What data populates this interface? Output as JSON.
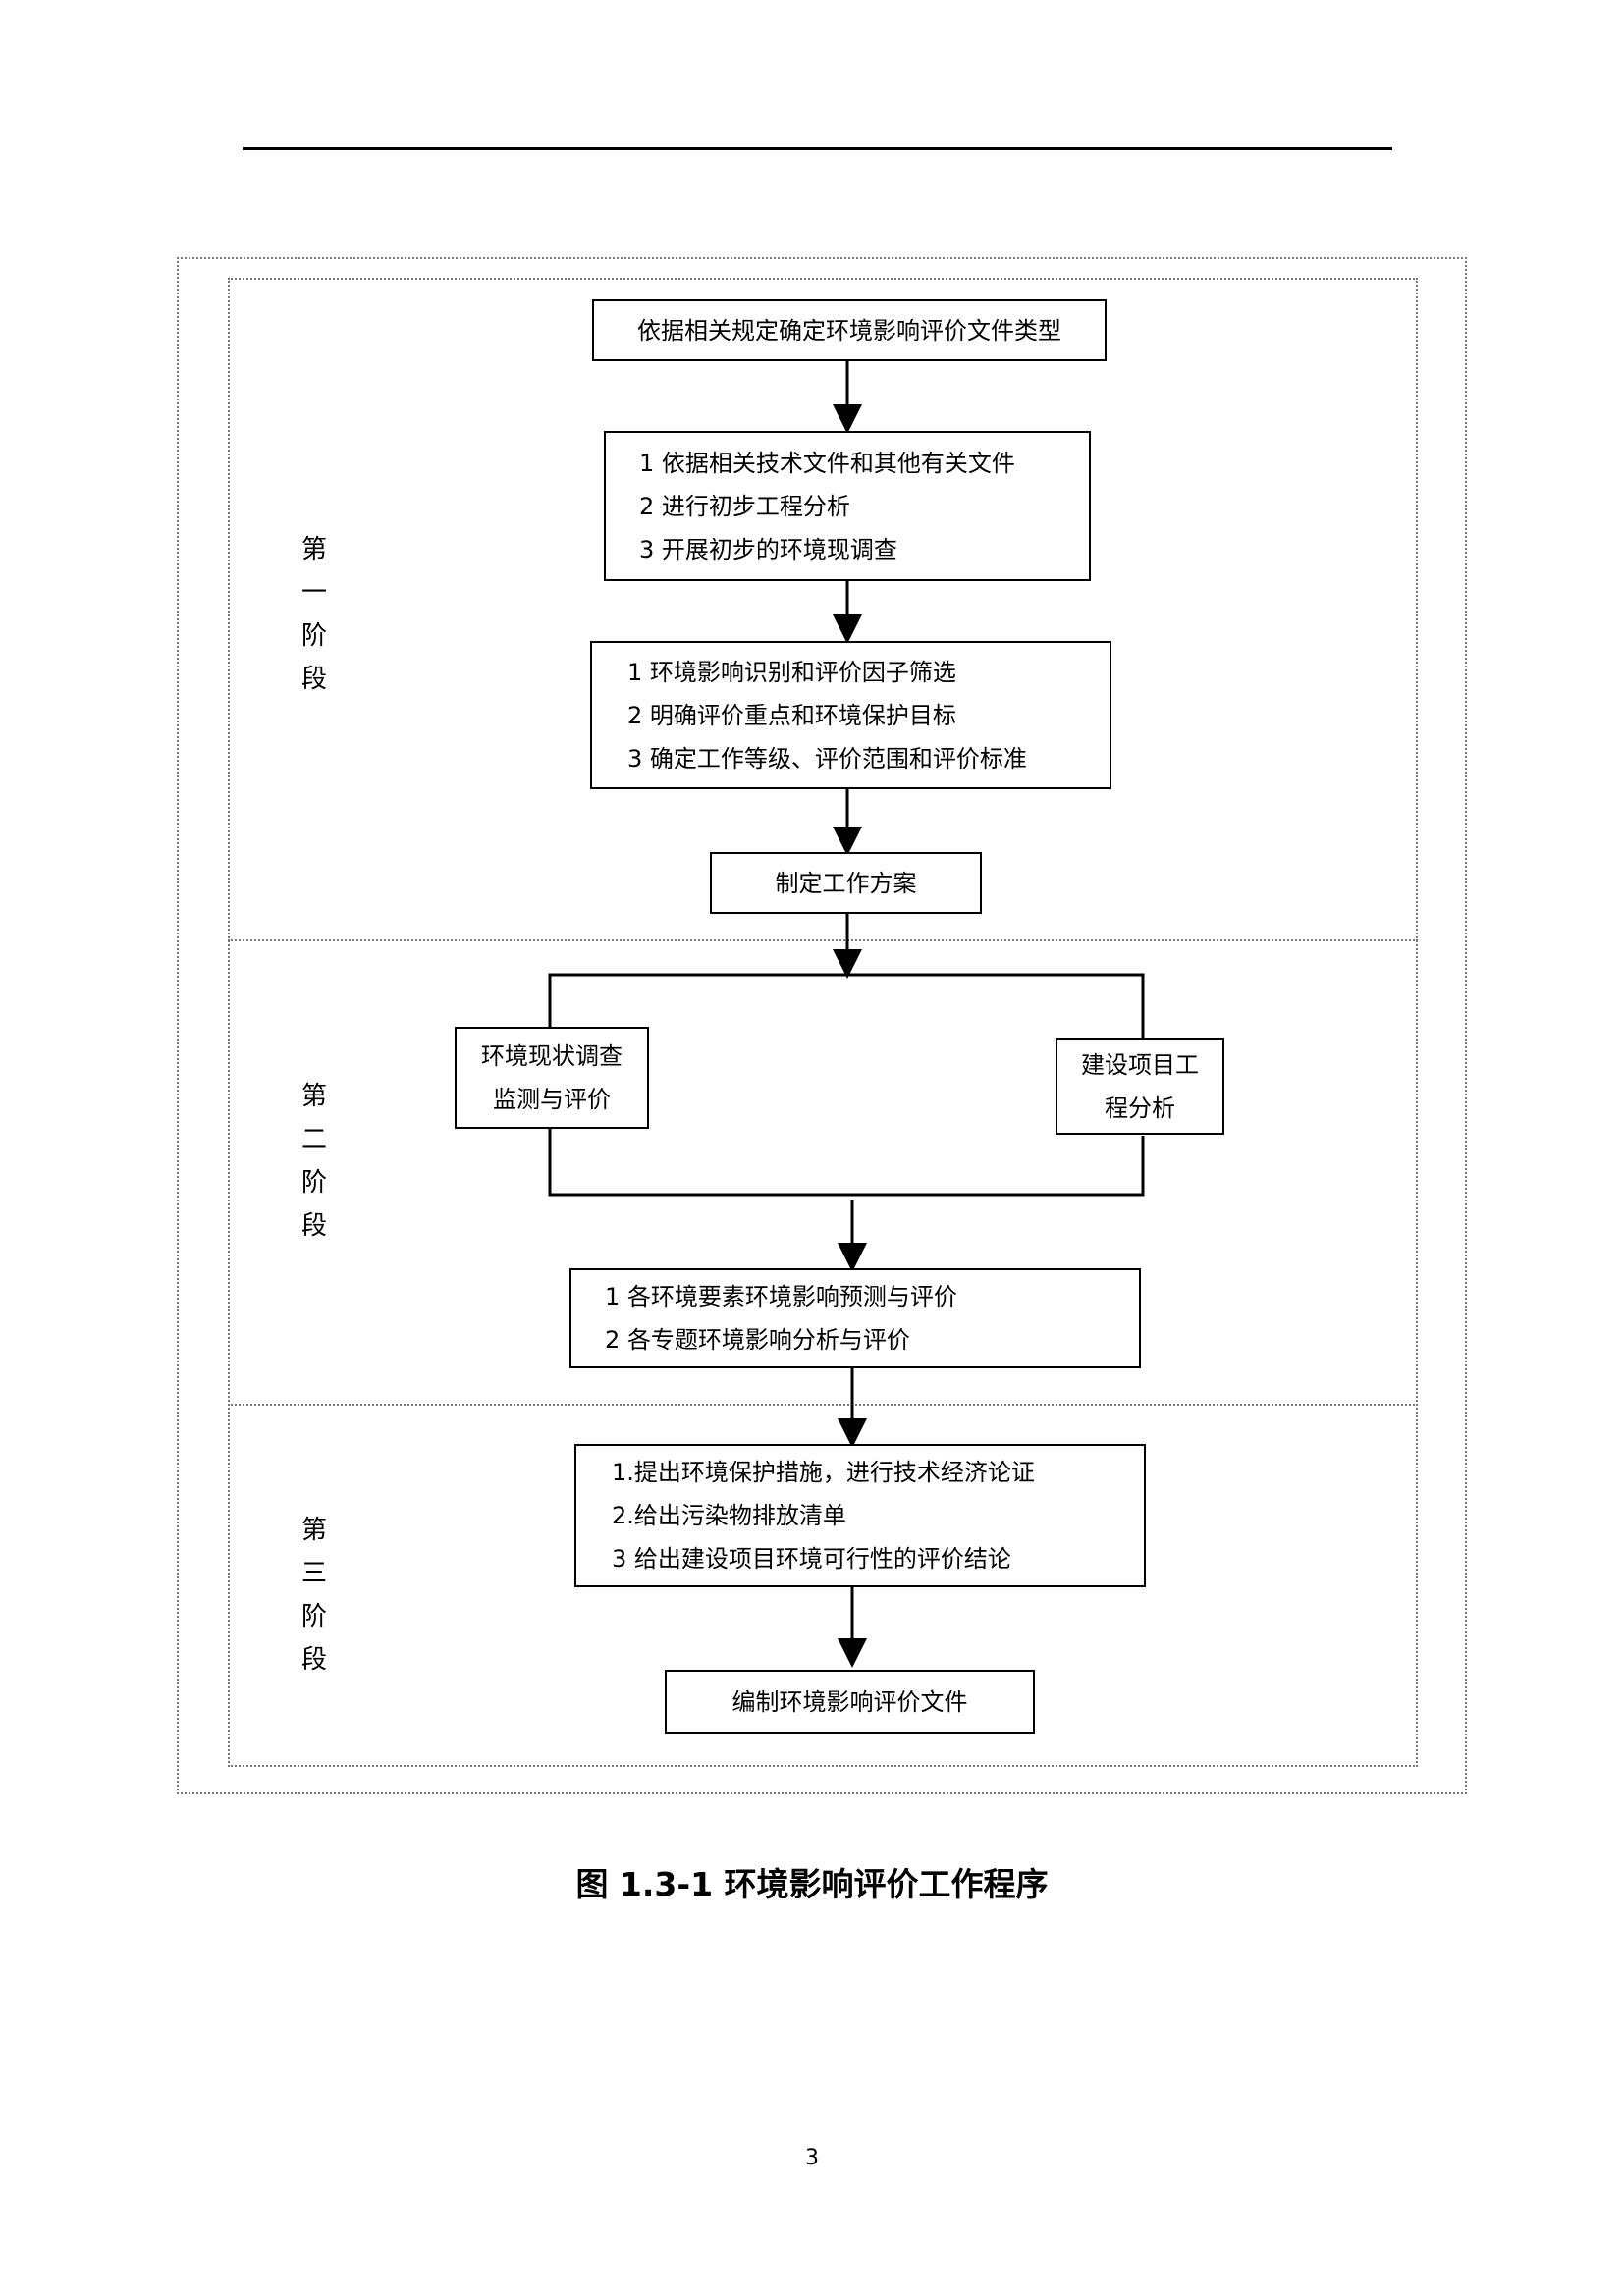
{
  "stages": {
    "stage1": [
      "第",
      "一",
      "阶",
      "段"
    ],
    "stage2": [
      "第",
      "二",
      "阶",
      "段"
    ],
    "stage3": [
      "第",
      "三",
      "阶",
      "段"
    ]
  },
  "boxes": {
    "determine_type": [
      "依据相关规定确定环境影响评价文件类型"
    ],
    "preliminary": [
      "1 依据相关技术文件和其他有关文件",
      "2 进行初步工程分析",
      "3 开展初步的环境现调查"
    ],
    "screening": [
      "1 环境影响识别和评价因子筛选",
      "2 明确评价重点和环境保护目标",
      "3 确定工作等级、评价范围和评价标准"
    ],
    "work_plan": [
      "制定工作方案"
    ],
    "env_survey": [
      "环境现状调查",
      "监测与评价"
    ],
    "project_analysis": [
      "建设项目工",
      "程分析"
    ],
    "prediction": [
      "1 各环境要素环境影响预测与评价",
      "2 各专题环境影响分析与评价"
    ],
    "measures": [
      "1.提出环境保护措施，进行技术经济论证",
      "2.给出污染物排放清单",
      "3 给出建设项目环境可行性的评价结论"
    ],
    "compile": [
      "编制环境影响评价文件"
    ]
  },
  "caption": "图 1.3-1  环境影响评价工作程序",
  "page_number": "3"
}
